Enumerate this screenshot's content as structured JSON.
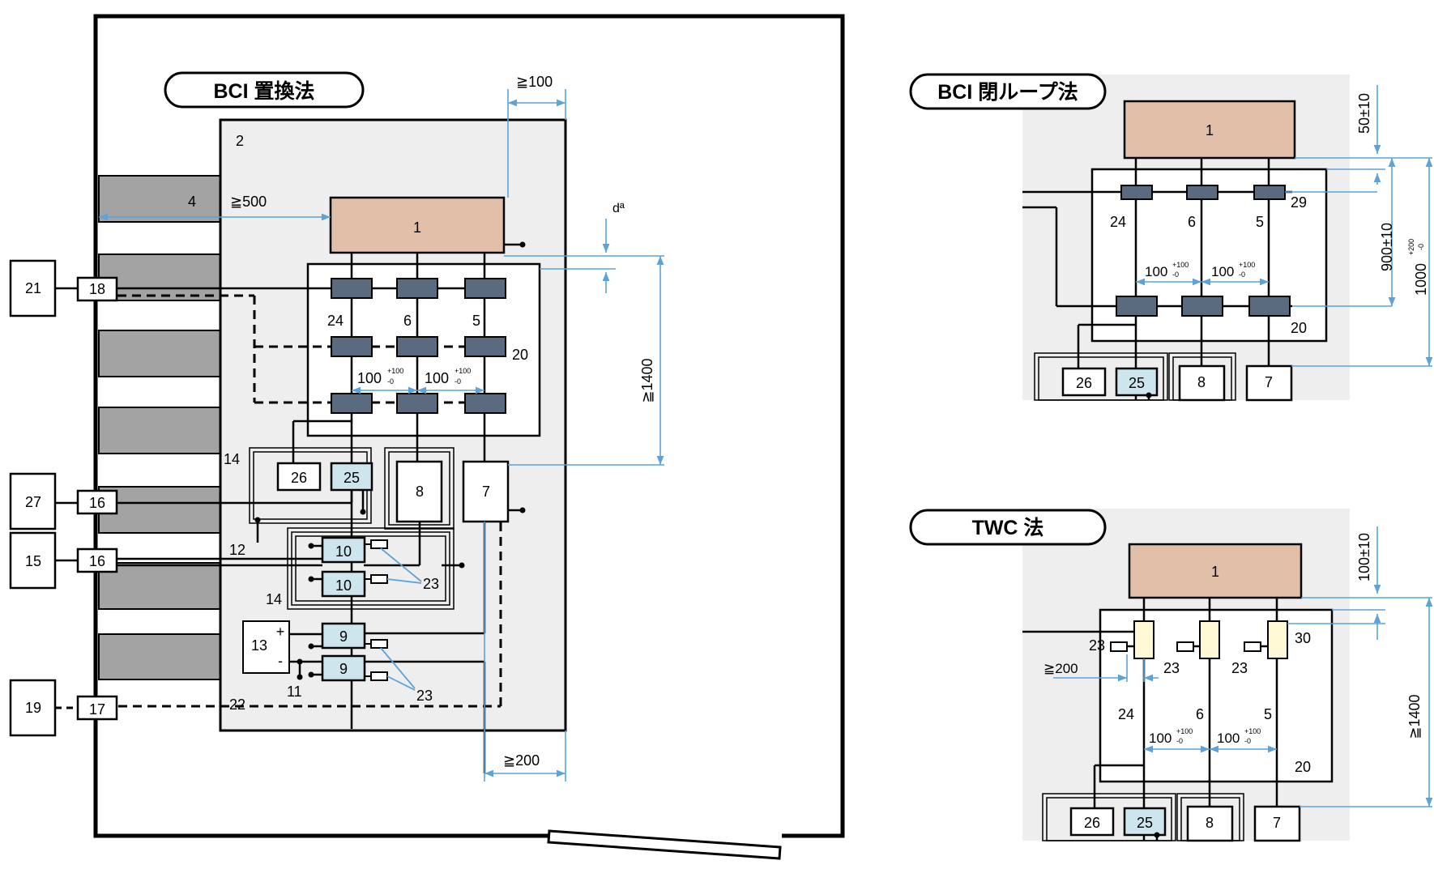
{
  "titles": {
    "replacement": "BCI 置換法",
    "closed_loop": "BCI 閉ループ法",
    "twc": "TWC 法"
  },
  "main": {
    "n1": "1",
    "n2": "2",
    "n4": "4",
    "n5": "5",
    "n6": "6",
    "n7": "7",
    "n8": "8",
    "n10a": "10",
    "n10b": "10",
    "n9a": "9",
    "n9b": "9",
    "n11": "11",
    "n12": "12",
    "n13": "13",
    "n14a": "14",
    "n14b": "14",
    "n15": "15",
    "n16a": "16",
    "n16b": "16",
    "n17": "17",
    "n18": "18",
    "n19": "19",
    "n20": "20",
    "n21": "21",
    "n22": "22",
    "n23a": "23",
    "n23b": "23",
    "n24": "24",
    "n25": "25",
    "n26": "26",
    "n27": "27",
    "plus": "+",
    "minus": "-",
    "d500": "≧500",
    "d100top": "≧100",
    "d200bottom": "≧200",
    "d1400": "≧1400",
    "da": "dª",
    "dim100a": "100",
    "dim100b": "100",
    "sup": "+100",
    "sub": "-0"
  },
  "closed_loop": {
    "n1": "1",
    "n5": "5",
    "n6": "6",
    "n7": "7",
    "n8": "8",
    "n20": "20",
    "n24": "24",
    "n25": "25",
    "n26": "26",
    "n29": "29",
    "dim50": "50±10",
    "dim900": "900±10",
    "dim1000": "1000",
    "sup1000": "+200",
    "sub1000": "-0",
    "dim100a": "100",
    "dim100b": "100",
    "sup": "+100",
    "sub": "-0"
  },
  "twc": {
    "n1": "1",
    "n5": "5",
    "n6": "6",
    "n7": "7",
    "n8": "8",
    "n20": "20",
    "n23a": "23",
    "n23b": "23",
    "n23c": "23",
    "n24": "24",
    "n25": "25",
    "n26": "26",
    "n30": "30",
    "dim100": "100±10",
    "d200": "≧200",
    "d1400": "≧1400",
    "dim100a": "100",
    "dim100b": "100",
    "sup": "+100",
    "sub": "-0"
  },
  "colors": {
    "panel_gray": "#eeeeee",
    "dark_gray": "#a3a3a3",
    "dut_fill": "#e2bfa8",
    "connector": "#5b6b7f",
    "light_blue": "#cde6ed",
    "light_yellow": "#fff9d6",
    "dimension": "#5ba3d9"
  }
}
